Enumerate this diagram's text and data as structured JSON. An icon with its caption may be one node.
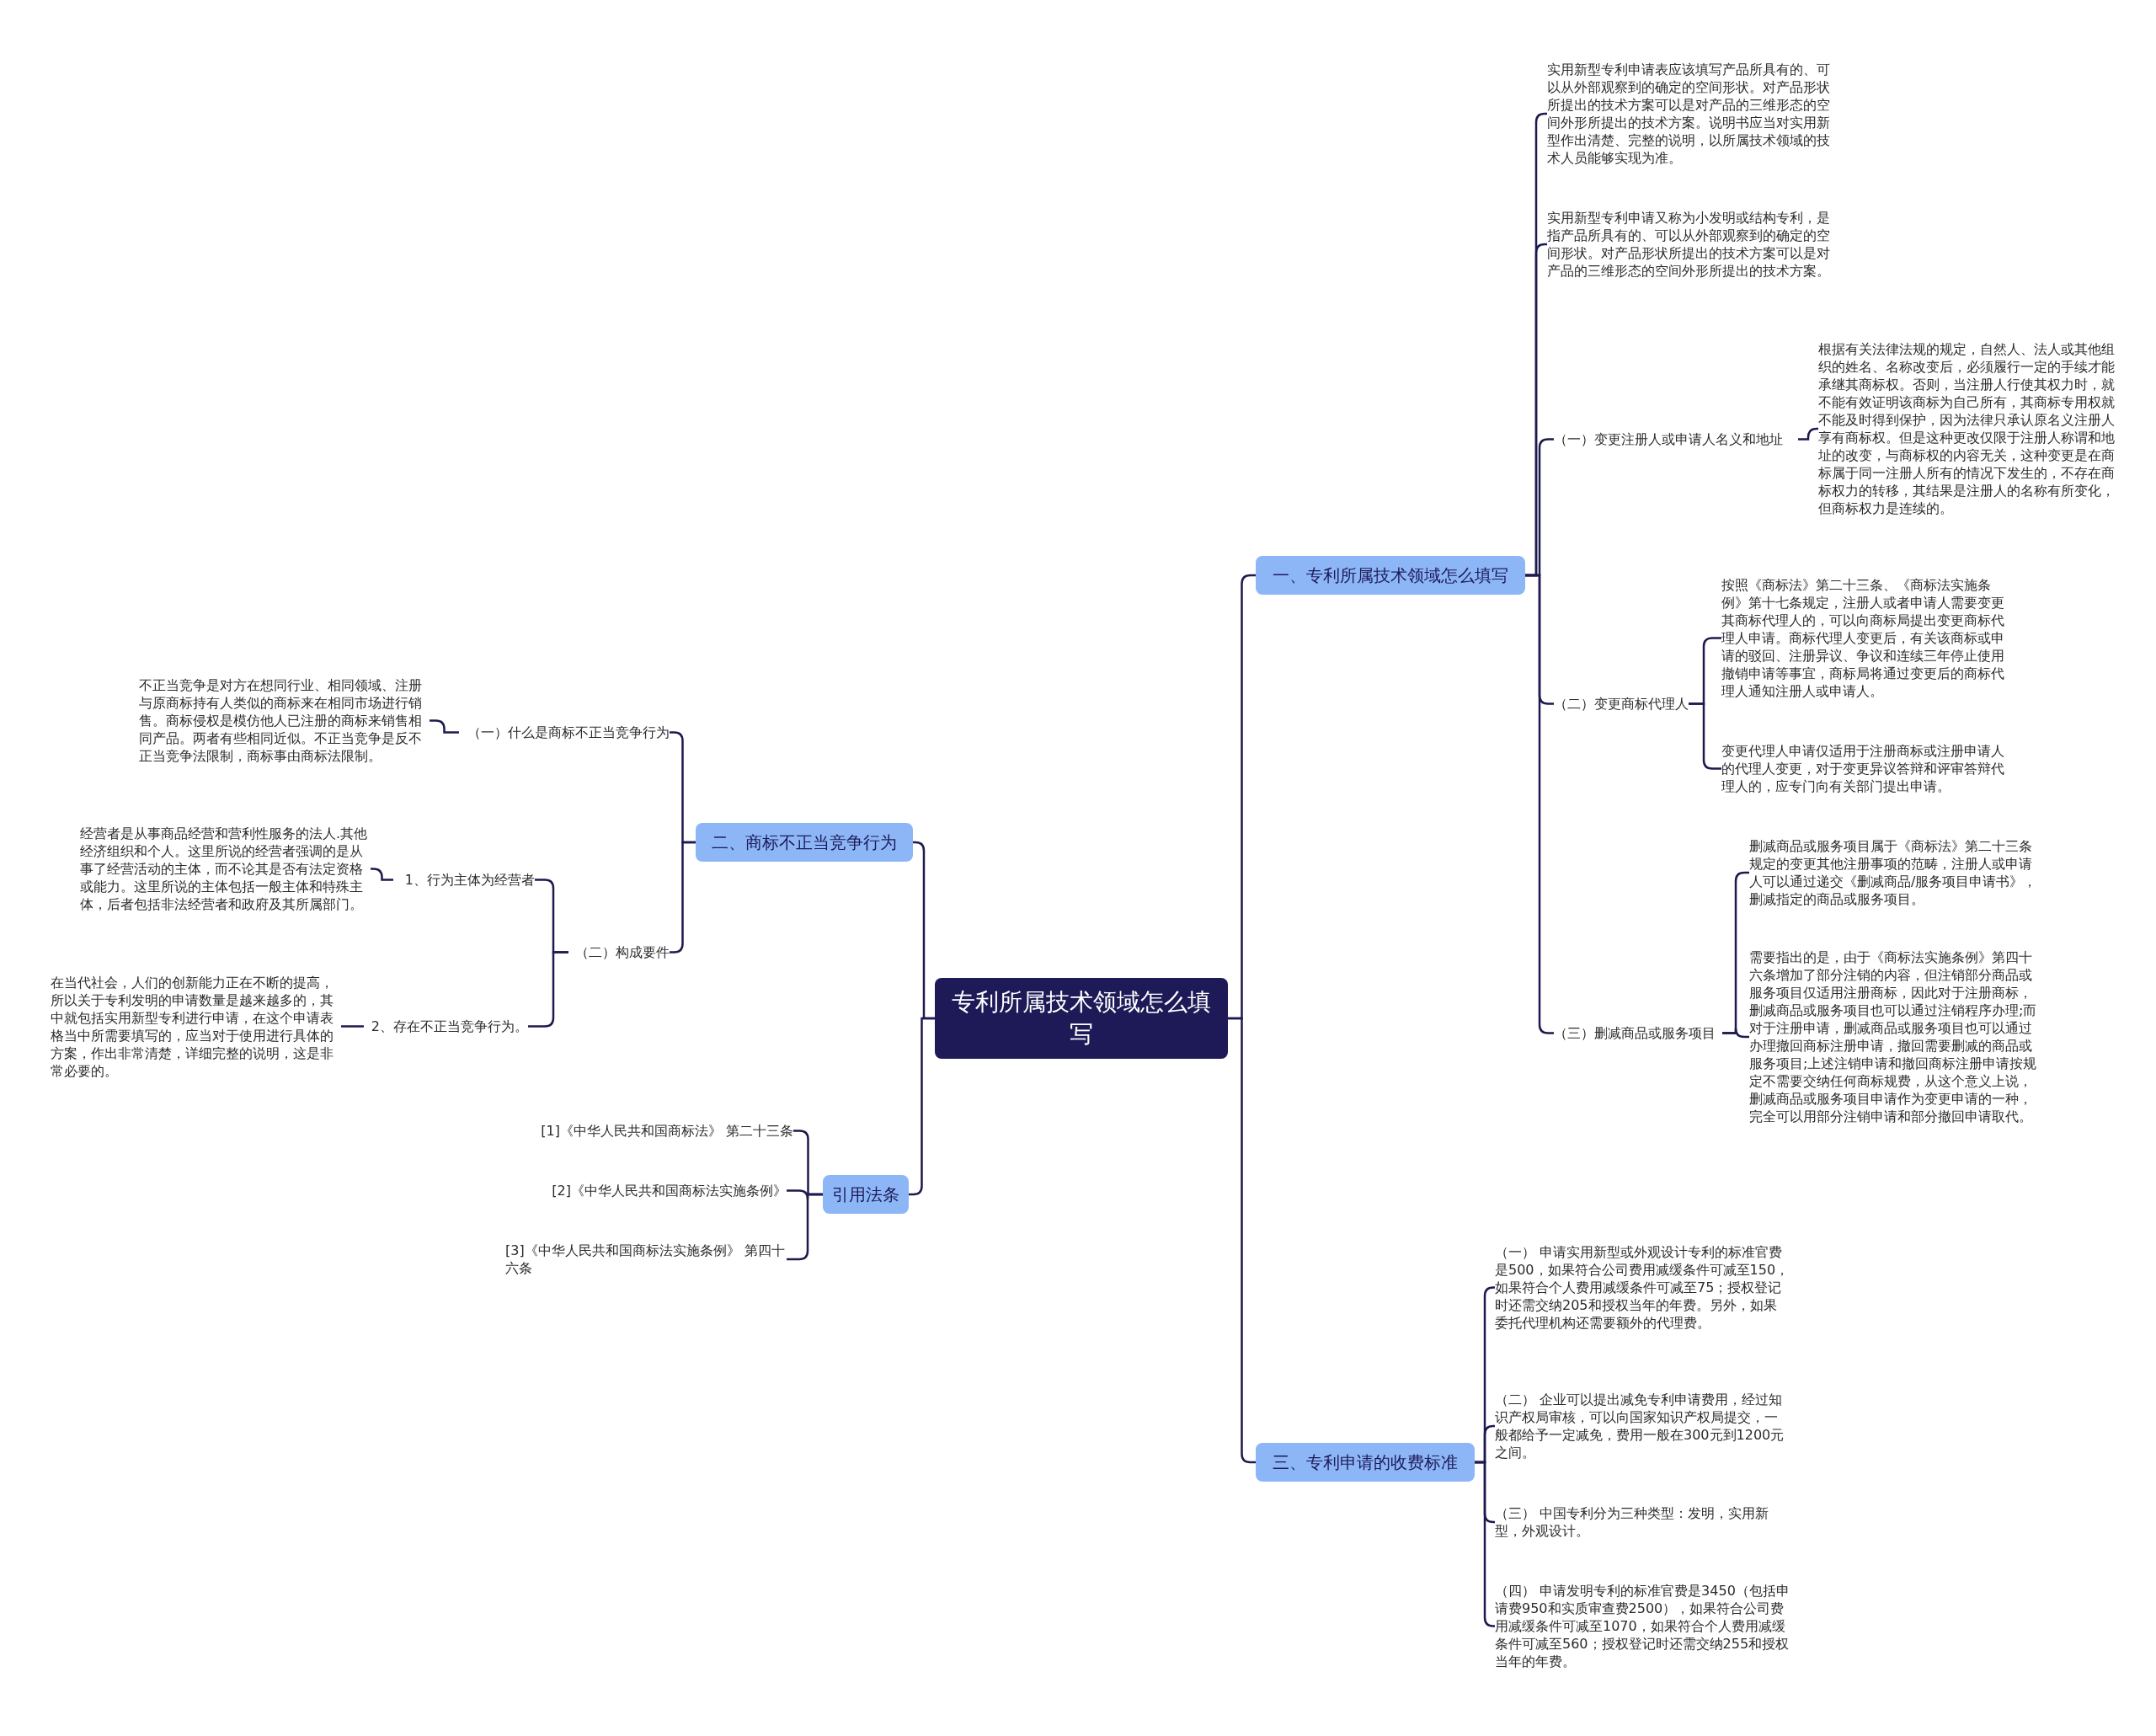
{
  "diagram": {
    "nodes": [
      {
        "text": [
          "专利所属技术领域怎么填写"
        ]
      },
      {
        "text": [
          "一、专利所属技术领域怎么填写"
        ]
      },
      {
        "text": [
          "实用新型专利申请表应该填写产品所具有的、可以从外部观察到的确定的空间形状。对产品形状所提出的技术方案可以是对产品的三维形态的空间外形所提出的技术方案。说明书应当对实用新型作出清楚、完整的说明，以所属技术领域的技术人员能够实现为准。"
        ]
      },
      {
        "text": [
          "实用新型专利申请又称为小发明或结构专利，是指产品所具有的、可以从外部观察到的确定的空间形状。对产品形状所提出的技术方案可以是对产品的三维形态的空间外形所提出的技术方案。"
        ]
      },
      {
        "text": [
          "（一）变更注册人或申请人名义和地址"
        ]
      },
      {
        "text": [
          "根据有关法律法规的规定，自然人、法人或其他组织的姓名、名称改变后，必须履行一定的手续才能承继其商标权。否则，当注册人行使其权力时，就不能有效证明该商标为自己所有，其商标专用权就不能及时得到保护，因为法律只承认原名义注册人享有商标权。但是这种更改仅限于注册人称谓和地址的改变，与商标权的内容无关，这种变更是在商标属于同一注册人所有的情况下发生的，不存在商标权力的转移，其结果是注册人的名称有所变化，但商标权力是连续的。"
        ]
      },
      {
        "text": [
          "（二）变更商标代理人"
        ]
      },
      {
        "text": [
          "按照《商标法》第二十三条、《商标法实施条例》第十七条规定，注册人或者申请人需要变更其商标代理人的，可以向商标局提出变更商标代理人申请。商标代理人变更后，有关该商标或申请的驳回、注册异议、争议和连续三年停止使用撤销申请等事宜，商标局将通过变更后的商标代理人通知注册人或申请人。"
        ]
      },
      {
        "text": [
          "变更代理人申请仅适用于注册商标或注册申请人的代理人变更，对于变更异议答辩和评审答辩代理人的，应专门向有关部门提出申请。"
        ]
      },
      {
        "text": [
          "（三）删减商品或服务项目"
        ]
      },
      {
        "text": [
          "删减商品或服务项目属于《商标法》第二十三条规定的变更其他注册事项的范畴，注册人或申请人可以通过递交《删减商品/服务项目申请书》，删减指定的商品或服务项目。"
        ]
      },
      {
        "text": [
          "需要指出的是，由于《商标法实施条例》第四十六条增加了部分注销的内容，但注销部分商品或服务项目仅适用注册商标，因此对于注册商标，删减商品或服务项目也可以通过注销程序办理;而对于注册申请，删减商品或服务项目也可以通过办理撤回商标注册申请，撤回需要删减的商品或服务项目;上述注销申请和撤回商标注册申请按规定不需要交纳任何商标规费，从这个意义上说，删减商品或服务项目申请作为变更申请的一种，完全可以用部分注销申请和部分撤回申请取代。"
        ]
      },
      {
        "text": [
          "三、专利申请的收费标准"
        ]
      },
      {
        "text": [
          "（一） 申请实用新型或外观设计专利的标准官费是500，如果符合公司费用减缓条件可减至150，如果符合个人费用减缓条件可减至75；授权登记时还需交纳205和授权当年的年费。另外，如果委托代理机构还需要额外的代理费。"
        ]
      },
      {
        "text": [
          "（二） 企业可以提出减免专利申请费用，经过知识产权局审核，可以向国家知识产权局提交，一般都给予一定减免，费用一般在300元到1200元之间。"
        ]
      },
      {
        "text": [
          "（三） 中国专利分为三种类型：发明，实用新型，外观设计。"
        ]
      },
      {
        "text": [
          "（四） 申请发明专利的标准官费是3450（包括申请费950和实质审查费2500），如果符合公司费用减缓条件可减至1070，如果符合个人费用减缓条件可减至560；授权登记时还需交纳255和授权当年的年费。"
        ]
      },
      {
        "text": [
          "二、商标不正当竞争行为"
        ]
      },
      {
        "text": [
          "（一）什么是商标不正当竞争行为"
        ]
      },
      {
        "text": [
          "不正当竞争是对方在想同行业、相同领域、注册与原商标持有人类似的商标来在相同市场进行销售。商标侵权是模仿他人已注册的商标来销售相同产品。两者有些相同近似。不正当竞争是反不正当竞争法限制，商标事由商标法限制。"
        ]
      },
      {
        "text": [
          "（二）构成要件"
        ]
      },
      {
        "text": [
          "1、行为主体为经营者"
        ]
      },
      {
        "text": [
          "经营者是从事商品经营和营利性服务的法人.其他经济组织和个人。这里所说的经营者强调的是从事了经营活动的主体，而不论其是否有法定资格或能力。这里所说的主体包括一般主体和特殊主体，后者包括非法经营者和政府及其所属部门。"
        ]
      },
      {
        "text": [
          "2、存在不正当竞争行为。"
        ]
      },
      {
        "text": [
          "在当代社会，人们的创新能力正在不断的提高，所以关于专利发明的申请数量是越来越多的，其中就包括实用新型专利进行申请，在这个申请表格当中所需要填写的，应当对于使用进行具体的方案，作出非常清楚，详细完整的说明，这是非常必要的。"
        ]
      },
      {
        "text": [
          "引用法条"
        ]
      },
      {
        "text": [
          "[1]《中华人民共和国商标法》 第二十三条"
        ]
      },
      {
        "text": [
          "[2]《中华人民共和国商标法实施条例》"
        ]
      },
      {
        "text": [
          "[3]《中华人民共和国商标法实施条例》 第四十六条"
        ]
      }
    ],
    "edges": [
      {
        "from": 0,
        "to": 1,
        "arrow": "none"
      },
      {
        "from": 1,
        "to": 2,
        "arrow": "none"
      },
      {
        "from": 1,
        "to": 3,
        "arrow": "none"
      },
      {
        "from": 1,
        "to": 4,
        "arrow": "none"
      },
      {
        "from": 4,
        "to": 5,
        "arrow": "none"
      },
      {
        "from": 1,
        "to": 6,
        "arrow": "none"
      },
      {
        "from": 6,
        "to": 7,
        "arrow": "none"
      },
      {
        "from": 6,
        "to": 8,
        "arrow": "none"
      },
      {
        "from": 1,
        "to": 9,
        "arrow": "none"
      },
      {
        "from": 9,
        "to": 10,
        "arrow": "none"
      },
      {
        "from": 9,
        "to": 11,
        "arrow": "none"
      },
      {
        "from": 0,
        "to": 12,
        "arrow": "none"
      },
      {
        "from": 12,
        "to": 13,
        "arrow": "none"
      },
      {
        "from": 12,
        "to": 14,
        "arrow": "none"
      },
      {
        "from": 12,
        "to": 15,
        "arrow": "none"
      },
      {
        "from": 12,
        "to": 16,
        "arrow": "none"
      },
      {
        "from": 0,
        "to": 17,
        "arrow": "none"
      },
      {
        "from": 17,
        "to": 18,
        "arrow": "none"
      },
      {
        "from": 18,
        "to": 19,
        "arrow": "none"
      },
      {
        "from": 17,
        "to": 20,
        "arrow": "none"
      },
      {
        "from": 20,
        "to": 21,
        "arrow": "none"
      },
      {
        "from": 21,
        "to": 22,
        "arrow": "none"
      },
      {
        "from": 20,
        "to": 23,
        "arrow": "none"
      },
      {
        "from": 23,
        "to": 24,
        "arrow": "none"
      },
      {
        "from": 0,
        "to": 25,
        "arrow": "none"
      },
      {
        "from": 25,
        "to": 26,
        "arrow": "none"
      },
      {
        "from": 25,
        "to": 27,
        "arrow": "none"
      },
      {
        "from": 25,
        "to": 28,
        "arrow": "none"
      }
    ]
  }
}
